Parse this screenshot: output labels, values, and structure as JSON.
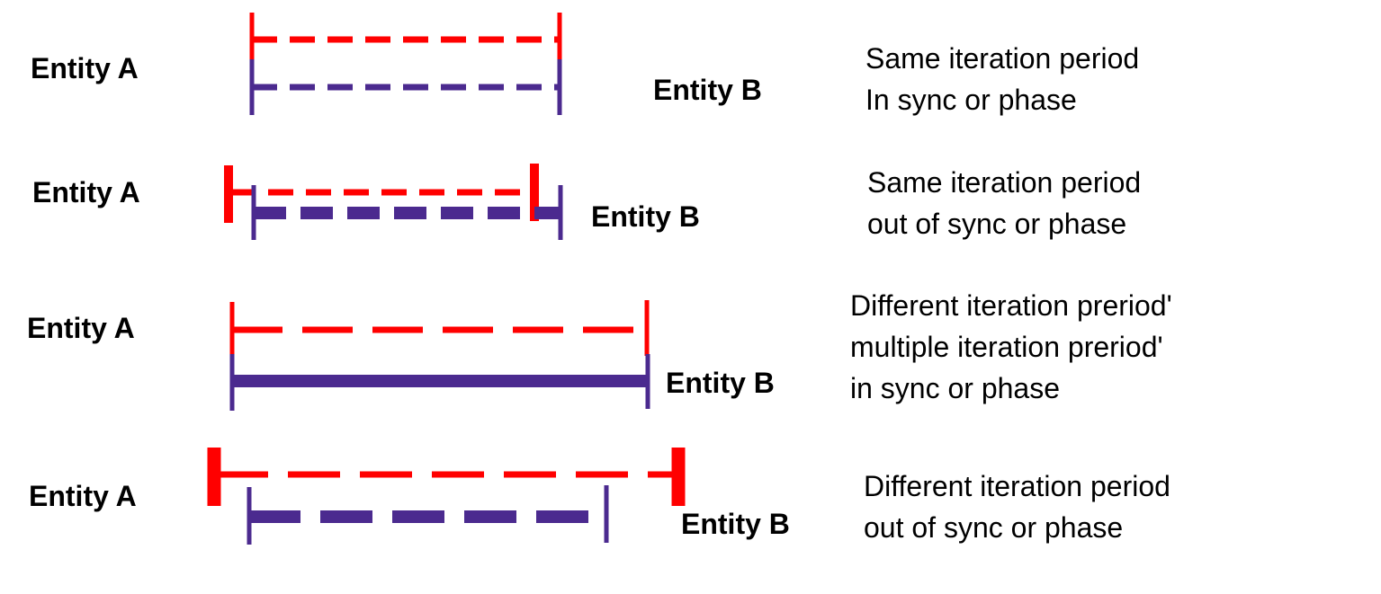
{
  "colors": {
    "entity_a": "#ff0000",
    "entity_b": "#4b2a8f"
  },
  "rows": [
    {
      "entity_a_label": "Entity A",
      "entity_b_label": "Entity B",
      "description": [
        "Same iteration period",
        "In sync or phase"
      ]
    },
    {
      "entity_a_label": "Entity A",
      "entity_b_label": "Entity B",
      "description": [
        "Same iteration period",
        "out of sync or phase"
      ]
    },
    {
      "entity_a_label": "Entity A",
      "entity_b_label": "Entity B",
      "description": [
        "Different iteration preriod'",
        "multiple iteration preriod'",
        "in sync or phase"
      ]
    },
    {
      "entity_a_label": "Entity A",
      "entity_b_label": "Entity B",
      "description": [
        "Different iteration period",
        "out of sync or phase"
      ]
    }
  ]
}
